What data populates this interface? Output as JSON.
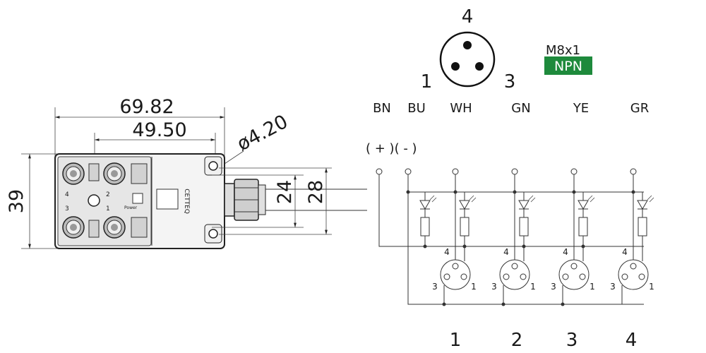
{
  "dimensions": {
    "width_total": "69.82",
    "width_inner": "49.50",
    "hole_diameter": "ø4.20",
    "height": "39",
    "pitch_inner": "24",
    "pitch_outer": "28"
  },
  "housing": {
    "port_labels": [
      "4",
      "2",
      "3",
      "1"
    ],
    "power_label": "Power",
    "brand_text": "CETTEQ"
  },
  "connector_pinout": {
    "pin_top": "4",
    "pin_left": "1",
    "pin_right": "3"
  },
  "type_badge": {
    "size": "M8x1",
    "logic": "NPN",
    "color": "#1e8a3c"
  },
  "wires": [
    "BN",
    "BU",
    "WH",
    "GN",
    "YE",
    "GR"
  ],
  "polarity": "( + )( - )",
  "port_pins": {
    "top": "4",
    "left": "3",
    "right": "1"
  },
  "port_numbers": [
    "1",
    "2",
    "3",
    "4"
  ]
}
